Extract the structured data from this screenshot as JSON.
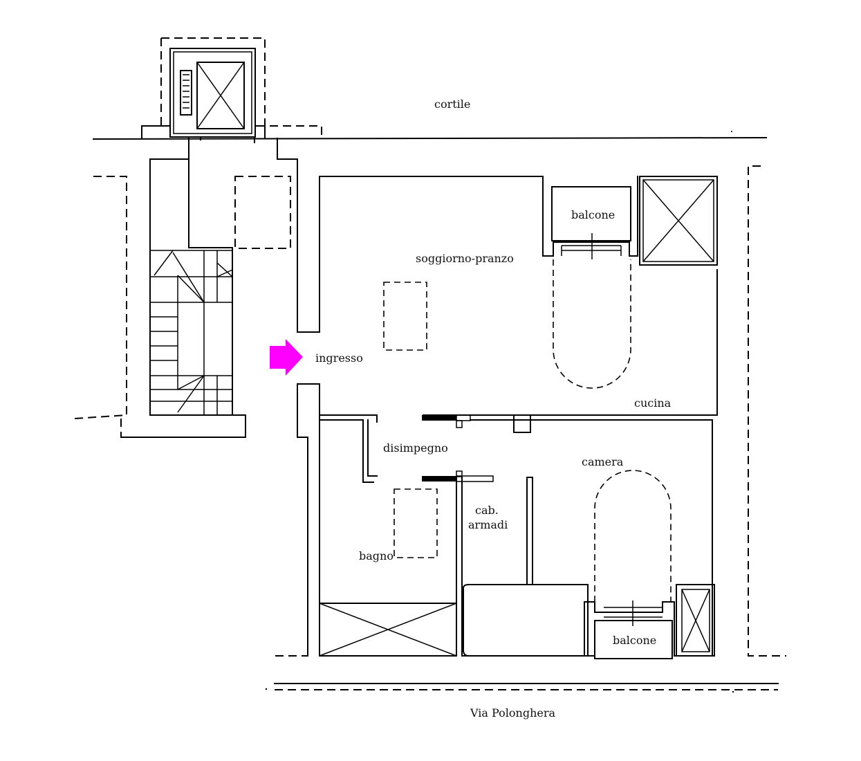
{
  "colors": {
    "lines": "#000000",
    "background": "#ffffff",
    "entrance_arrow": "#ff00ff"
  },
  "labels": {
    "courtyard": "cortile",
    "living_dining": "soggiorno-pranzo",
    "balcony_top": "balcone",
    "entrance": "ingresso",
    "kitchen": "cucina",
    "hallway": "disimpegno",
    "bedroom": "camera",
    "closet_line1": "cab.",
    "closet_line2": "armadi",
    "bathroom": "bagno",
    "balcony_bottom": "balcone",
    "street": "Via Polonghera"
  },
  "icons": {
    "entrance_arrow": "arrow-right-icon"
  }
}
